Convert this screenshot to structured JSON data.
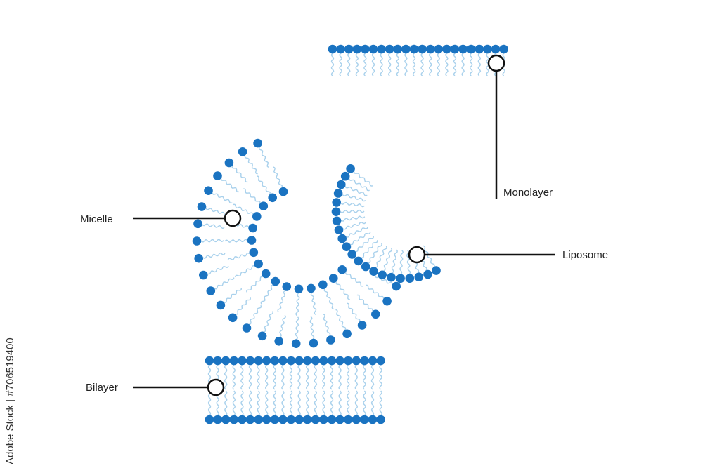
{
  "labels": {
    "monolayer": "Monolayer",
    "micelle": "Micelle",
    "liposome": "Liposome",
    "bilayer": "Bilayer"
  },
  "watermark": "Adobe Stock | #706519400",
  "colors": {
    "head": "#1a73c1",
    "tail": "#a9d1ec",
    "line": "#111111",
    "background": "#ffffff"
  }
}
